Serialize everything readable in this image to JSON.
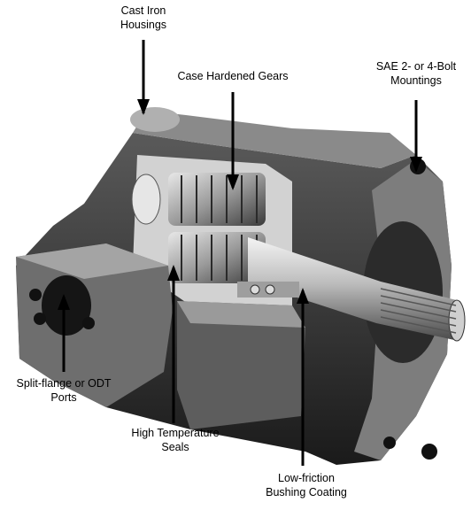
{
  "labels": {
    "cast_iron": [
      "Cast Iron",
      "Housings"
    ],
    "gears": [
      "Case Hardened Gears"
    ],
    "mountings": [
      "SAE 2- or 4-Bolt",
      "Mountings"
    ],
    "ports": [
      "Split-flange or ODT",
      "Ports"
    ],
    "seals": [
      "High Temperature",
      "Seals"
    ],
    "bushing": [
      "Low-friction",
      "Bushing Coating"
    ]
  }
}
